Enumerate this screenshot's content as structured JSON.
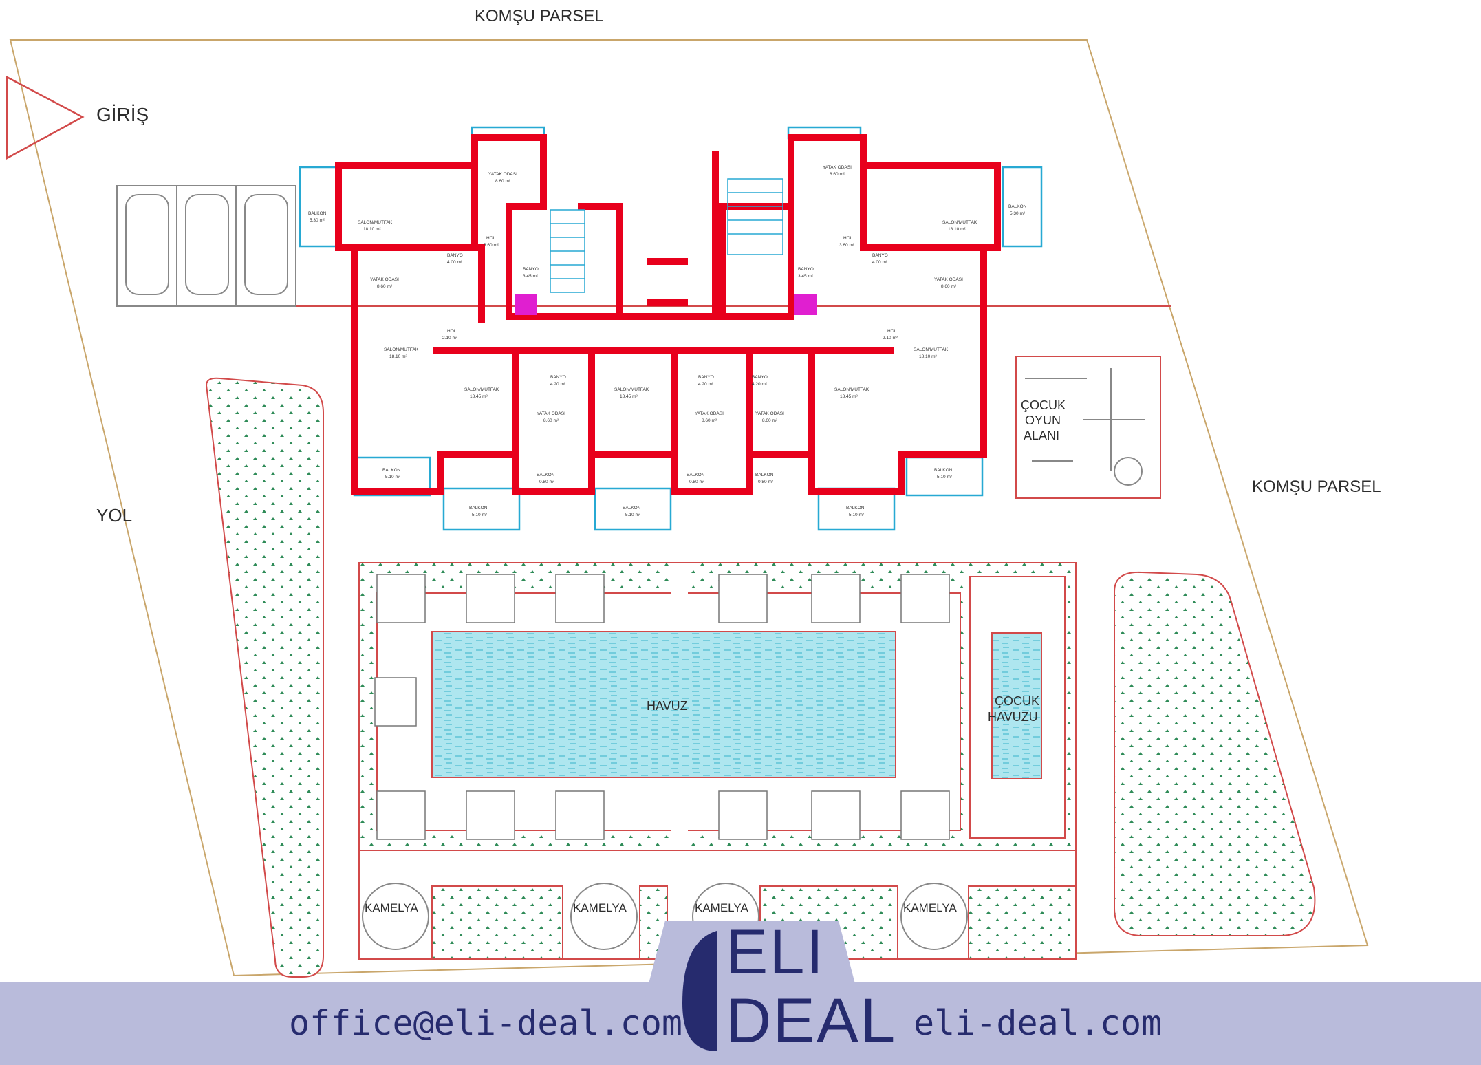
{
  "site_labels": {
    "neighbor_top": "KOMŞU PARSEL",
    "neighbor_right": "KOMŞU PARSEL",
    "entrance": "GİRİŞ",
    "road": "YOL",
    "playground": [
      "ÇOCUK",
      "OYUN",
      "ALANI"
    ],
    "pool": "HAVUZ",
    "kids_pool": [
      "ÇOCUK",
      "HAVUZU"
    ],
    "gazebos": [
      "KAMELYA",
      "KAMELYA",
      "KAMELYA",
      "KAMELYA"
    ]
  },
  "rooms": {
    "living": "SALON/MUTFAK",
    "bedroom": "YATAK ODASI",
    "bath": "BANYO",
    "hall": "HOL",
    "balcony": "BALKON"
  },
  "areas": {
    "living_a": "18.10 m²",
    "living_b": "18.45 m²",
    "bedroom": "8.60 m²",
    "bath_a": "4.00 m²",
    "bath_b": "3.45 m²",
    "bath_c": "4.20 m²",
    "hall_a": "3.60 m²",
    "hall_b": "2.10 m²",
    "balcony_a": "5.30 m²",
    "balcony_b": "5.10 m²",
    "balcony_c": "0.80 m²"
  },
  "footer": {
    "email": "office@eli-deal.com",
    "website": "eli-deal.com",
    "logo_line1": "ELI",
    "logo_line2": "DEAL"
  },
  "colors": {
    "walls": "#e8001c",
    "pool": "#aee6ef",
    "greenery": "#2e8b57",
    "footer_band": "#b9bbdb",
    "brand": "#262b6e"
  }
}
